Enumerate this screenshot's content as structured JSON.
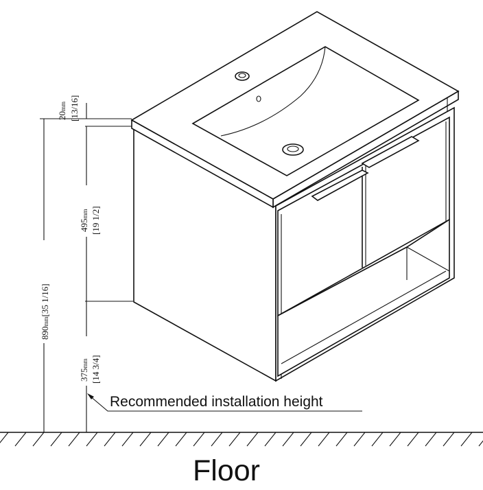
{
  "dimensions": {
    "countertop": {
      "mm": "20",
      "unit": "mm",
      "inch": "[13/16]"
    },
    "cabinet": {
      "mm": "495",
      "unit": "mm",
      "inch": "[19 1/2]"
    },
    "total": {
      "mm": "890",
      "unit": "mm",
      "inch": "[35 1/16]"
    },
    "clearance": {
      "mm": "375",
      "unit": "mm",
      "inch": "[14 3/4]"
    }
  },
  "annotation": "Recommended installation height",
  "floor_label": "Floor"
}
